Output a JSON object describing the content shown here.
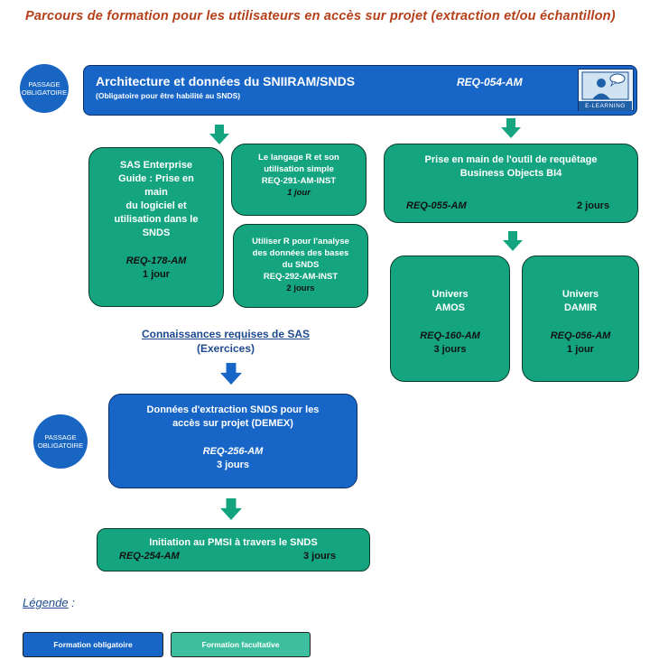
{
  "title": "Parcours de formation pour les utilisateurs en accès sur projet (extraction et/ou échantillon)",
  "badges": {
    "line1": "PASSAGE",
    "line2": "OBLIGATOIRE"
  },
  "top": {
    "title": "Architecture et données du SNIIRAM/SNDS",
    "subtitle": "(Obligatoire pour être habilité au SNDS)",
    "code": "REQ-054-AM",
    "elearning": "E-LEARNING"
  },
  "sas": {
    "lines": [
      "SAS Enterprise",
      "Guide : Prise en",
      "main",
      "du logiciel et",
      "utilisation dans le",
      "SNDS"
    ],
    "code": "REQ-178-AM",
    "duration": "1 jour"
  },
  "r1": {
    "lines": [
      "Le langage R et son",
      "utilisation simple"
    ],
    "code": "REQ-291-AM-INST",
    "duration": "1 jour"
  },
  "r2": {
    "lines": [
      "Utiliser R pour l'analyse",
      "des données des bases",
      "du SNDS"
    ],
    "code": "REQ-292-AM-INST",
    "duration": "2 jours"
  },
  "bo": {
    "lines": [
      "Prise en main de l'outil de requêtage",
      "Business Objects BI4"
    ],
    "code": "REQ-055-AM",
    "duration": "2 jours"
  },
  "amos": {
    "lines": [
      "Univers",
      "AMOS"
    ],
    "code": "REQ-160-AM",
    "duration": "3 jours"
  },
  "damir": {
    "lines": [
      "Univers",
      "DAMIR"
    ],
    "code": "REQ-056-AM",
    "duration": "1 jour"
  },
  "sas_req": {
    "line1": "Connaissances  requises de SAS",
    "line2": "(Exercices)"
  },
  "demex": {
    "lines": [
      "Données d'extraction SNDS pour les",
      "accès sur projet (DEMEX)"
    ],
    "code": "REQ-256-AM",
    "duration": "3 jours"
  },
  "pmsi": {
    "title": "Initiation au PMSI à travers le SNDS",
    "code": "REQ-254-AM",
    "duration": "3 jours"
  },
  "legend": {
    "label": "Légende",
    "suffix": " :",
    "mandatory": "Formation obligatoire",
    "optional": "Formation facultative"
  },
  "colors": {
    "mandatory": "#1766c7",
    "optional": "#14a580",
    "legend_optional": "#3dbf9f",
    "arrow_green": "#14a580",
    "arrow_blue": "#1766c7",
    "title": "#b5401a"
  }
}
